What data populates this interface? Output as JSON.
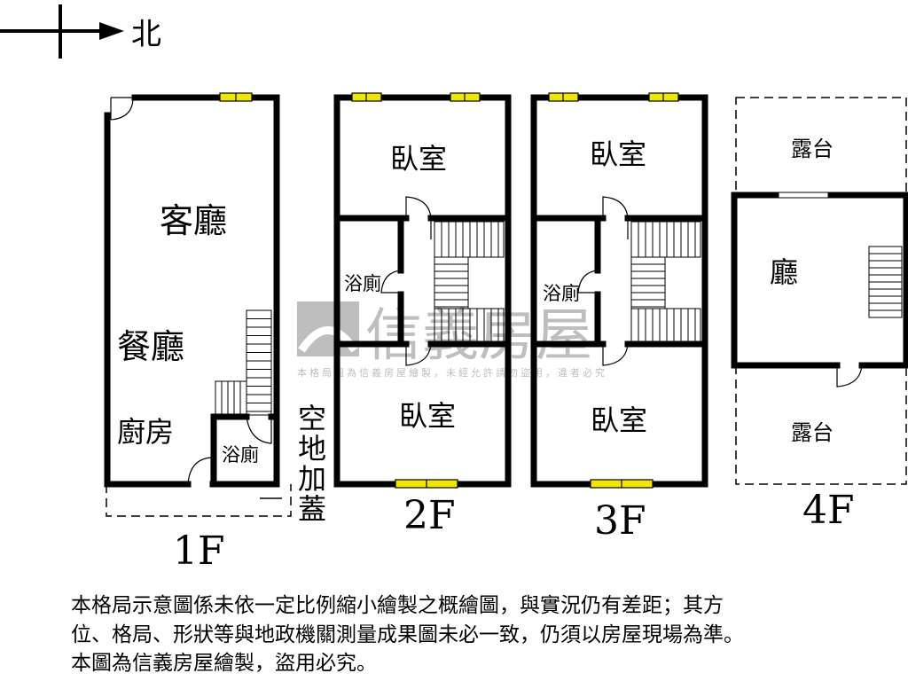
{
  "compass": {
    "label": "北"
  },
  "floors": [
    {
      "label": "1F",
      "rooms": [
        "客廳",
        "餐廳",
        "廚房",
        "浴廁"
      ],
      "extra": "空地加蓋"
    },
    {
      "label": "2F",
      "rooms": [
        "臥室",
        "浴廁",
        "臥室"
      ]
    },
    {
      "label": "3F",
      "rooms": [
        "臥室",
        "浴廁",
        "臥室"
      ]
    },
    {
      "label": "4F",
      "rooms": [
        "露台",
        "廳",
        "露台"
      ]
    }
  ],
  "watermark": {
    "brand": "信義房屋",
    "text": "本格局圖為信義房屋繪製，未經允許請勿盜用，違者必究"
  },
  "notes": [
    "本格局示意圖係未依一定比例縮小繪製之概繪圖，與實況仍有差距；其方",
    "位、格局、形狀等與地政機關測量成果圖未必一致，仍須以房屋現場為準。",
    "本圖為信義房屋繪製，盜用必究。"
  ],
  "colors": {
    "wall": "#000000",
    "window": "#f2e600",
    "watermark": "#9a9a9a"
  }
}
